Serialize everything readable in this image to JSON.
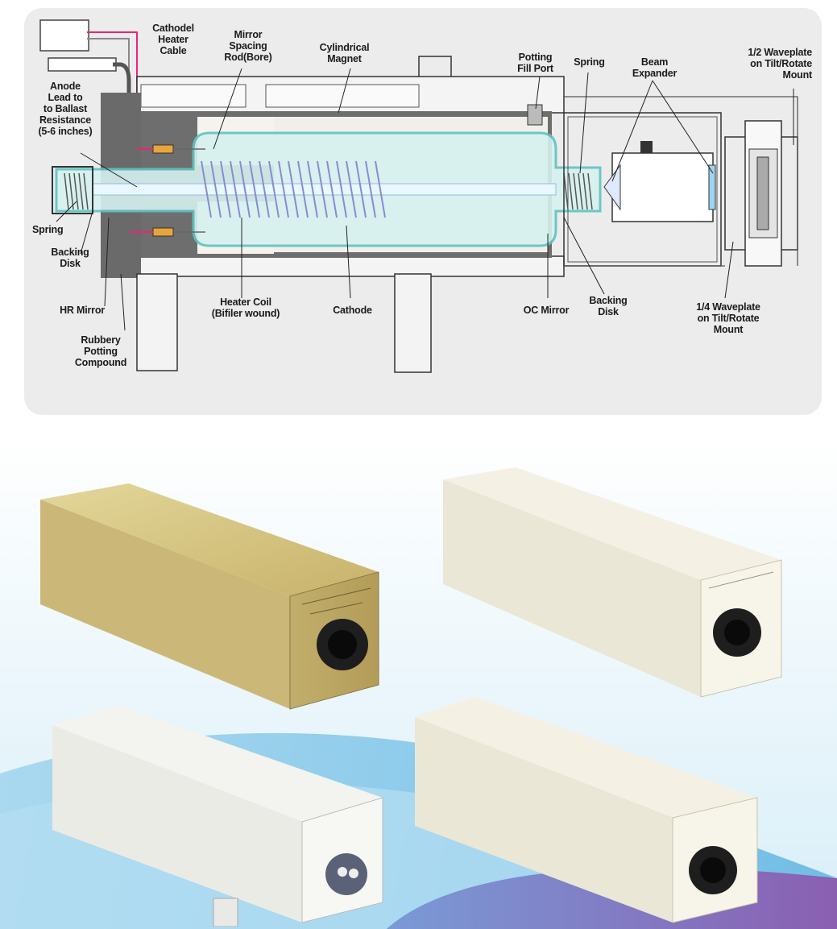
{
  "diagram": {
    "labels": {
      "cathode_heater_cable": "Cathodel\nHeater\nCable",
      "mirror_spacing_rod": "Mirror\nSpacing\nRod(Bore)",
      "cylindrical_magnet": "Cylindrical\nMagnet",
      "potting_fill_port": "Potting\nFill Port",
      "spring_right": "Spring",
      "beam_expander": "Beam\nExpander",
      "half_waveplate": "1/2 Waveplate\non Tilt/Rotate\nMount",
      "anode_lead": "Anode\nLead to\nto Ballast\nResistance\n(5-6 inches)",
      "spring_left": "Spring",
      "backing_disk_left": "Backing\nDisk",
      "hr_mirror": "HR Mirror",
      "rubbery_potting": "Rubbery\nPotting\nCompound",
      "heater_coil": "Heater Coil\n(Bifiler wound)",
      "cathode": "Cathode",
      "oc_mirror": "OC Mirror",
      "backing_disk_right": "Backing\nDisk",
      "quarter_waveplate": "1/4 Waveplate\non Tilt/Rotate\nMount"
    }
  },
  "colors": {
    "panel": "#ececec",
    "tube_glass": "#d6f1ef",
    "tube_outline": "#5fc3c0",
    "magnet": "#6e6e6e",
    "coil": "#8a8ad0",
    "gold_housing": "#c9b46a",
    "white_housing": "#efecdd",
    "wave_blue": "#8ccbe8",
    "wave_purple": "#8f6fb8"
  }
}
